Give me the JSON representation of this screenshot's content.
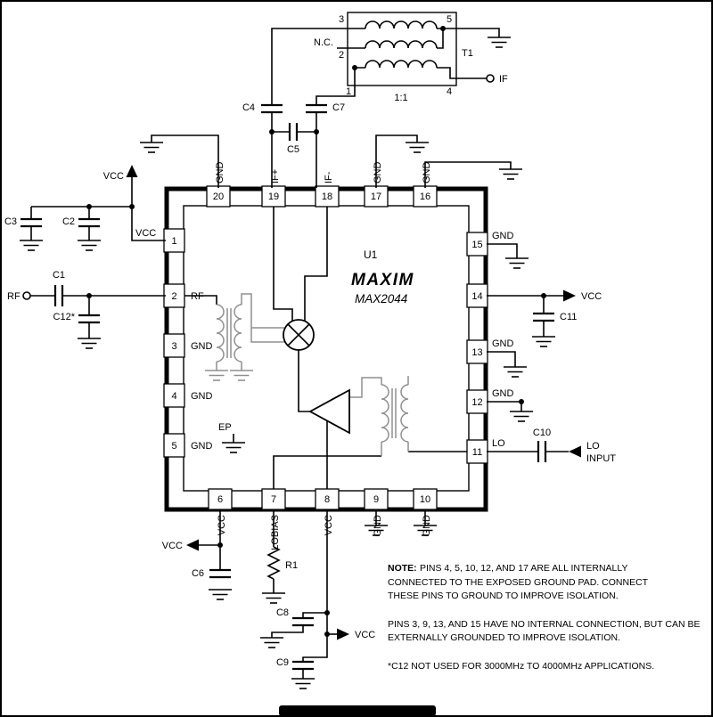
{
  "power": {
    "vcc": "VCC"
  },
  "ports": {
    "rf": "RF",
    "if": "IF",
    "lo_line1": "LO",
    "lo_line2": "INPUT"
  },
  "ic": {
    "refdes": "U1",
    "brand": "MAXIM",
    "part": "MAX2044",
    "ep": "EP",
    "pins": {
      "left": [
        {
          "num": "1",
          "name": "VCC"
        },
        {
          "num": "2",
          "name": "RF"
        },
        {
          "num": "3",
          "name": "GND"
        },
        {
          "num": "4",
          "name": "GND"
        },
        {
          "num": "5",
          "name": "GND"
        }
      ],
      "bottom": [
        {
          "num": "6",
          "name": "VCC"
        },
        {
          "num": "7",
          "name": "LOBIAS"
        },
        {
          "num": "8",
          "name": "VCC"
        },
        {
          "num": "9",
          "name": "GND"
        },
        {
          "num": "10",
          "name": "GND"
        }
      ],
      "right": [
        {
          "num": "15",
          "name": "GND"
        },
        {
          "num": "14",
          "name": ""
        },
        {
          "num": "13",
          "name": "GND"
        },
        {
          "num": "12",
          "name": "GND"
        },
        {
          "num": "11",
          "name": "LO"
        }
      ],
      "top": [
        {
          "num": "20",
          "name": "GND"
        },
        {
          "num": "19",
          "name": "IF+"
        },
        {
          "num": "18",
          "name": "IF-"
        },
        {
          "num": "17",
          "name": "GND"
        },
        {
          "num": "16",
          "name": "GND"
        }
      ]
    }
  },
  "transformer": {
    "refdes": "T1",
    "ratio": "1:1",
    "nc": "N.C.",
    "pin1": "1",
    "pin2": "2",
    "pin3": "3",
    "pin4": "4",
    "pin5": "5"
  },
  "components": {
    "c1": "C1",
    "c2": "C2",
    "c3": "C3",
    "c4": "C4",
    "c5": "C5",
    "c6": "C6",
    "c7": "C7",
    "c8": "C8",
    "c9": "C9",
    "c10": "C10",
    "c11": "C11",
    "c12": "C12*",
    "r1": "R1"
  },
  "notes": {
    "label": "NOTE:",
    "n1a": "PINS 4, 5, 10, 12, AND 17 ARE ALL INTERNALLY",
    "n1b": "CONNECTED TO THE EXPOSED GROUND PAD. CONNECT",
    "n1c": "THESE PINS TO GROUND TO IMPROVE ISOLATION.",
    "n2a": "PINS 3, 9, 13, AND 15 HAVE NO INTERNAL CONNECTION, BUT CAN BE",
    "n2b": "EXTERNALLY GROUNDED TO IMPROVE ISOLATION.",
    "n3": "*C12 NOT USED FOR 3000MHz TO 4000MHz APPLICATIONS."
  }
}
